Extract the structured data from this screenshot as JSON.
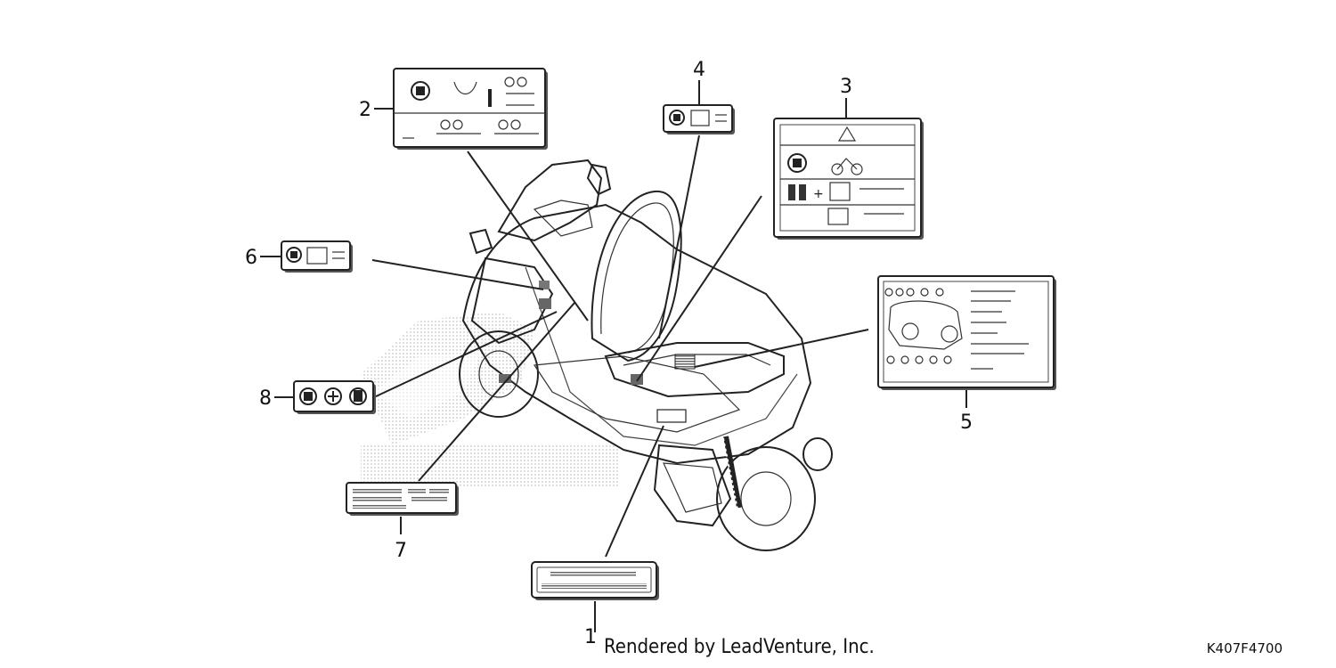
{
  "callouts": [
    {
      "id": "1",
      "label": "1"
    },
    {
      "id": "2",
      "label": "2"
    },
    {
      "id": "3",
      "label": "3"
    },
    {
      "id": "4",
      "label": "4"
    },
    {
      "id": "5",
      "label": "5"
    },
    {
      "id": "6",
      "label": "6"
    },
    {
      "id": "7",
      "label": "7"
    },
    {
      "id": "8",
      "label": "8"
    }
  ],
  "footer": {
    "credit": "Rendered by LeadVenture, Inc.",
    "part_code": "K407F4700"
  },
  "watermark_icon": "honda-wing-logo",
  "colors": {
    "line": "#222222",
    "watermark": "#cfcfcf"
  }
}
